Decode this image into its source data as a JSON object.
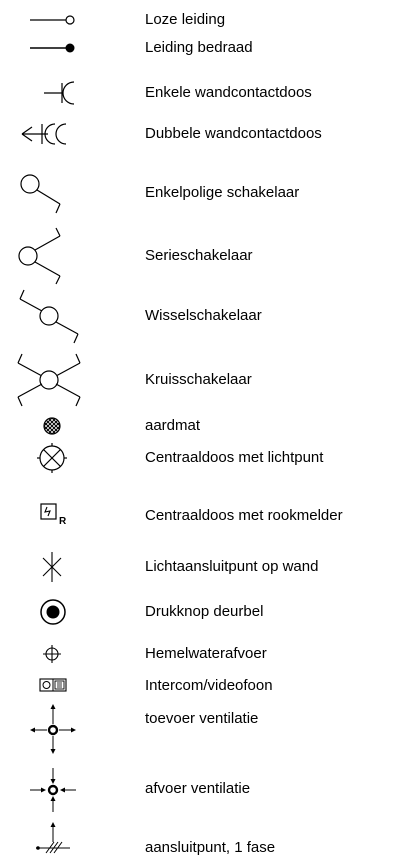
{
  "legend": {
    "items": [
      {
        "symbol": "empty-conduit-icon",
        "label": "Loze leiding"
      },
      {
        "symbol": "wired-conduit-icon",
        "label": "Leiding bedraad"
      },
      {
        "symbol": "single-wall-socket-icon",
        "label": "Enkele wandcontactdoos"
      },
      {
        "symbol": "double-wall-socket-icon",
        "label": "Dubbele wandcontactdoos"
      },
      {
        "symbol": "single-pole-switch-icon",
        "label": "Enkelpolige schakelaar"
      },
      {
        "symbol": "series-switch-icon",
        "label": "Serieschakelaar"
      },
      {
        "symbol": "two-way-switch-icon",
        "label": "Wisselschakelaar"
      },
      {
        "symbol": "cross-switch-icon",
        "label": "Kruisschakelaar"
      },
      {
        "symbol": "ground-mat-icon",
        "label": "aardmat"
      },
      {
        "symbol": "junction-box-light-icon",
        "label": "Centraaldoos met lichtpunt"
      },
      {
        "symbol": "junction-box-smoke-detector-icon",
        "label": "Centraaldoos met rookmelder",
        "symbol_text": "R"
      },
      {
        "symbol": "wall-light-point-icon",
        "label": "Lichtaansluitpunt op wand"
      },
      {
        "symbol": "doorbell-push-button-icon",
        "label": "Drukknop deurbel"
      },
      {
        "symbol": "rainwater-drain-icon",
        "label": "Hemelwaterafvoer"
      },
      {
        "symbol": "intercom-videophone-icon",
        "label": "Intercom/videofoon"
      },
      {
        "symbol": "ventilation-supply-icon",
        "label": "toevoer ventilatie"
      },
      {
        "symbol": "ventilation-exhaust-icon",
        "label": "afvoer ventilatie"
      },
      {
        "symbol": "connection-point-single-phase-icon",
        "label": "aansluitpunt, 1 fase"
      }
    ]
  }
}
